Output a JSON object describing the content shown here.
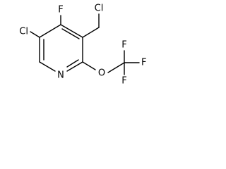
{
  "molecule": {
    "atoms": {
      "cl_ring": "Cl",
      "f_ring": "F",
      "cl_methyl": "Cl",
      "n_ring": "N",
      "o_ether": "O",
      "f_cf3_top": "F",
      "f_cf3_right": "F",
      "f_cf3_bottom": "F"
    }
  }
}
